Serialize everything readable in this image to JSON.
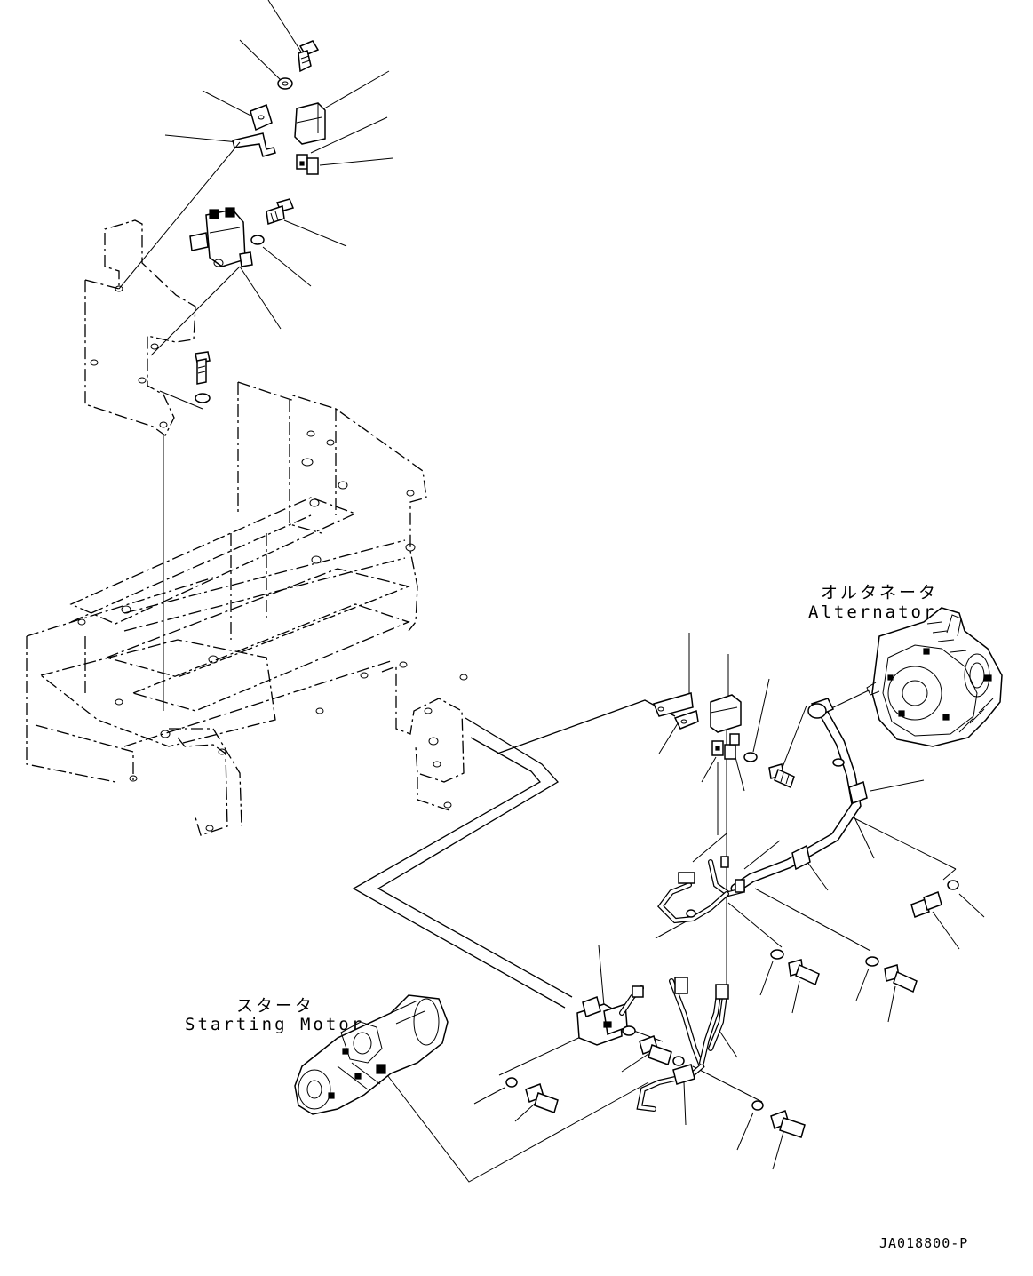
{
  "labels": {
    "alternator_jp": "オルタネータ",
    "alternator_en": "Alternator",
    "starter_jp": "スタータ",
    "starter_en": "Starting Motor"
  },
  "drawing_number": "JA018800-P"
}
